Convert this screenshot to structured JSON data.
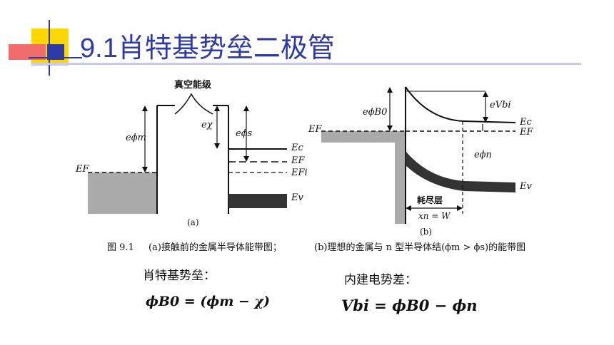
{
  "slide": {
    "title": "9.1肖特基势垒二极管",
    "deco_colors": [
      "#ffd700",
      "#f36c6c",
      "#2e3aa6"
    ]
  },
  "diagram_a": {
    "vacuum_label": "真空能级",
    "e_phi_m": "eϕm",
    "e_chi": "eχ",
    "e_phi_s": "eϕs",
    "E_F_metal": "EF",
    "E_c": "Ec",
    "E_F": "EF",
    "E_Fi": "EFi",
    "E_v": "Ev",
    "panel_label": "(a)"
  },
  "diagram_b": {
    "e_phi_B0": "eϕB0",
    "eV_bi": "eVbi",
    "E_F_metal": "EF",
    "E_c": "Ec",
    "E_F": "EF",
    "e_phi_n": "eϕn",
    "E_v": "Ev",
    "depletion_label": "耗尽层",
    "depletion_eq": "xn = W",
    "panel_label": "(b)"
  },
  "captions": {
    "fig_num": "图 9.1",
    "caption_a": "(a)接触前的金属半导体能带图；",
    "caption_b": "(b)理想的金属与 n 型半导体结(ϕm > ϕs)的能带图"
  },
  "equations": {
    "barrier_label": "肖特基势垒：",
    "barrier_formula": "ϕB0 = (ϕm − χ)",
    "builtin_label": "内建电势差：",
    "builtin_formula": "Vbi = ϕB0 − ϕn"
  }
}
